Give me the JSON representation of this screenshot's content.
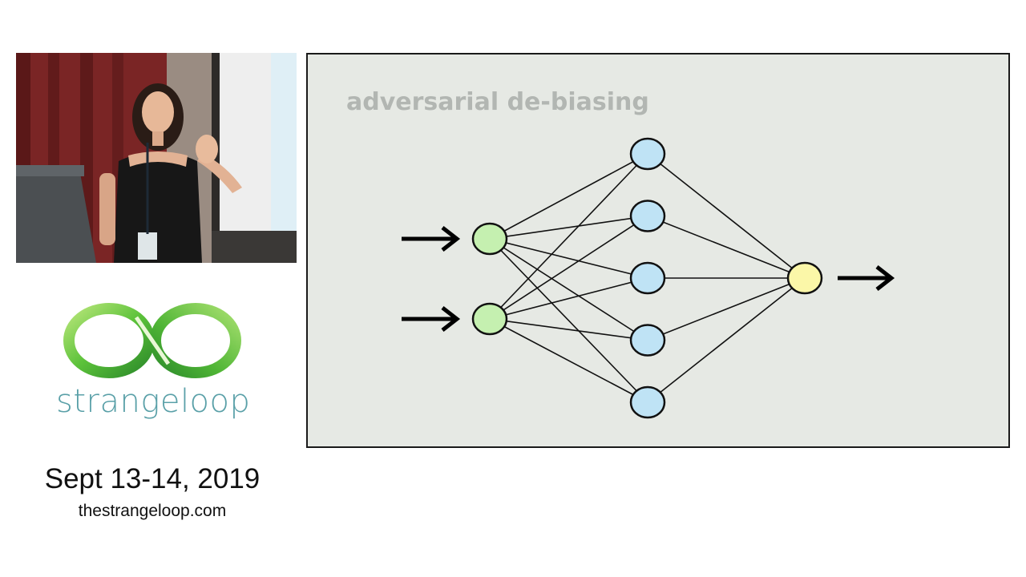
{
  "event": {
    "logo_word": "strangeloop",
    "date": "Sept 13-14, 2019",
    "url": "thestrangeloop.com"
  },
  "slide": {
    "title": "adversarial de-biasing"
  },
  "diagram": {
    "input_count": 2,
    "hidden_count": 5,
    "output_count": 1,
    "colors": {
      "input_fill": "#c5f0b0",
      "hidden_fill": "#bfe3f5",
      "output_fill": "#fbf7a8",
      "stroke": "#111111"
    }
  }
}
